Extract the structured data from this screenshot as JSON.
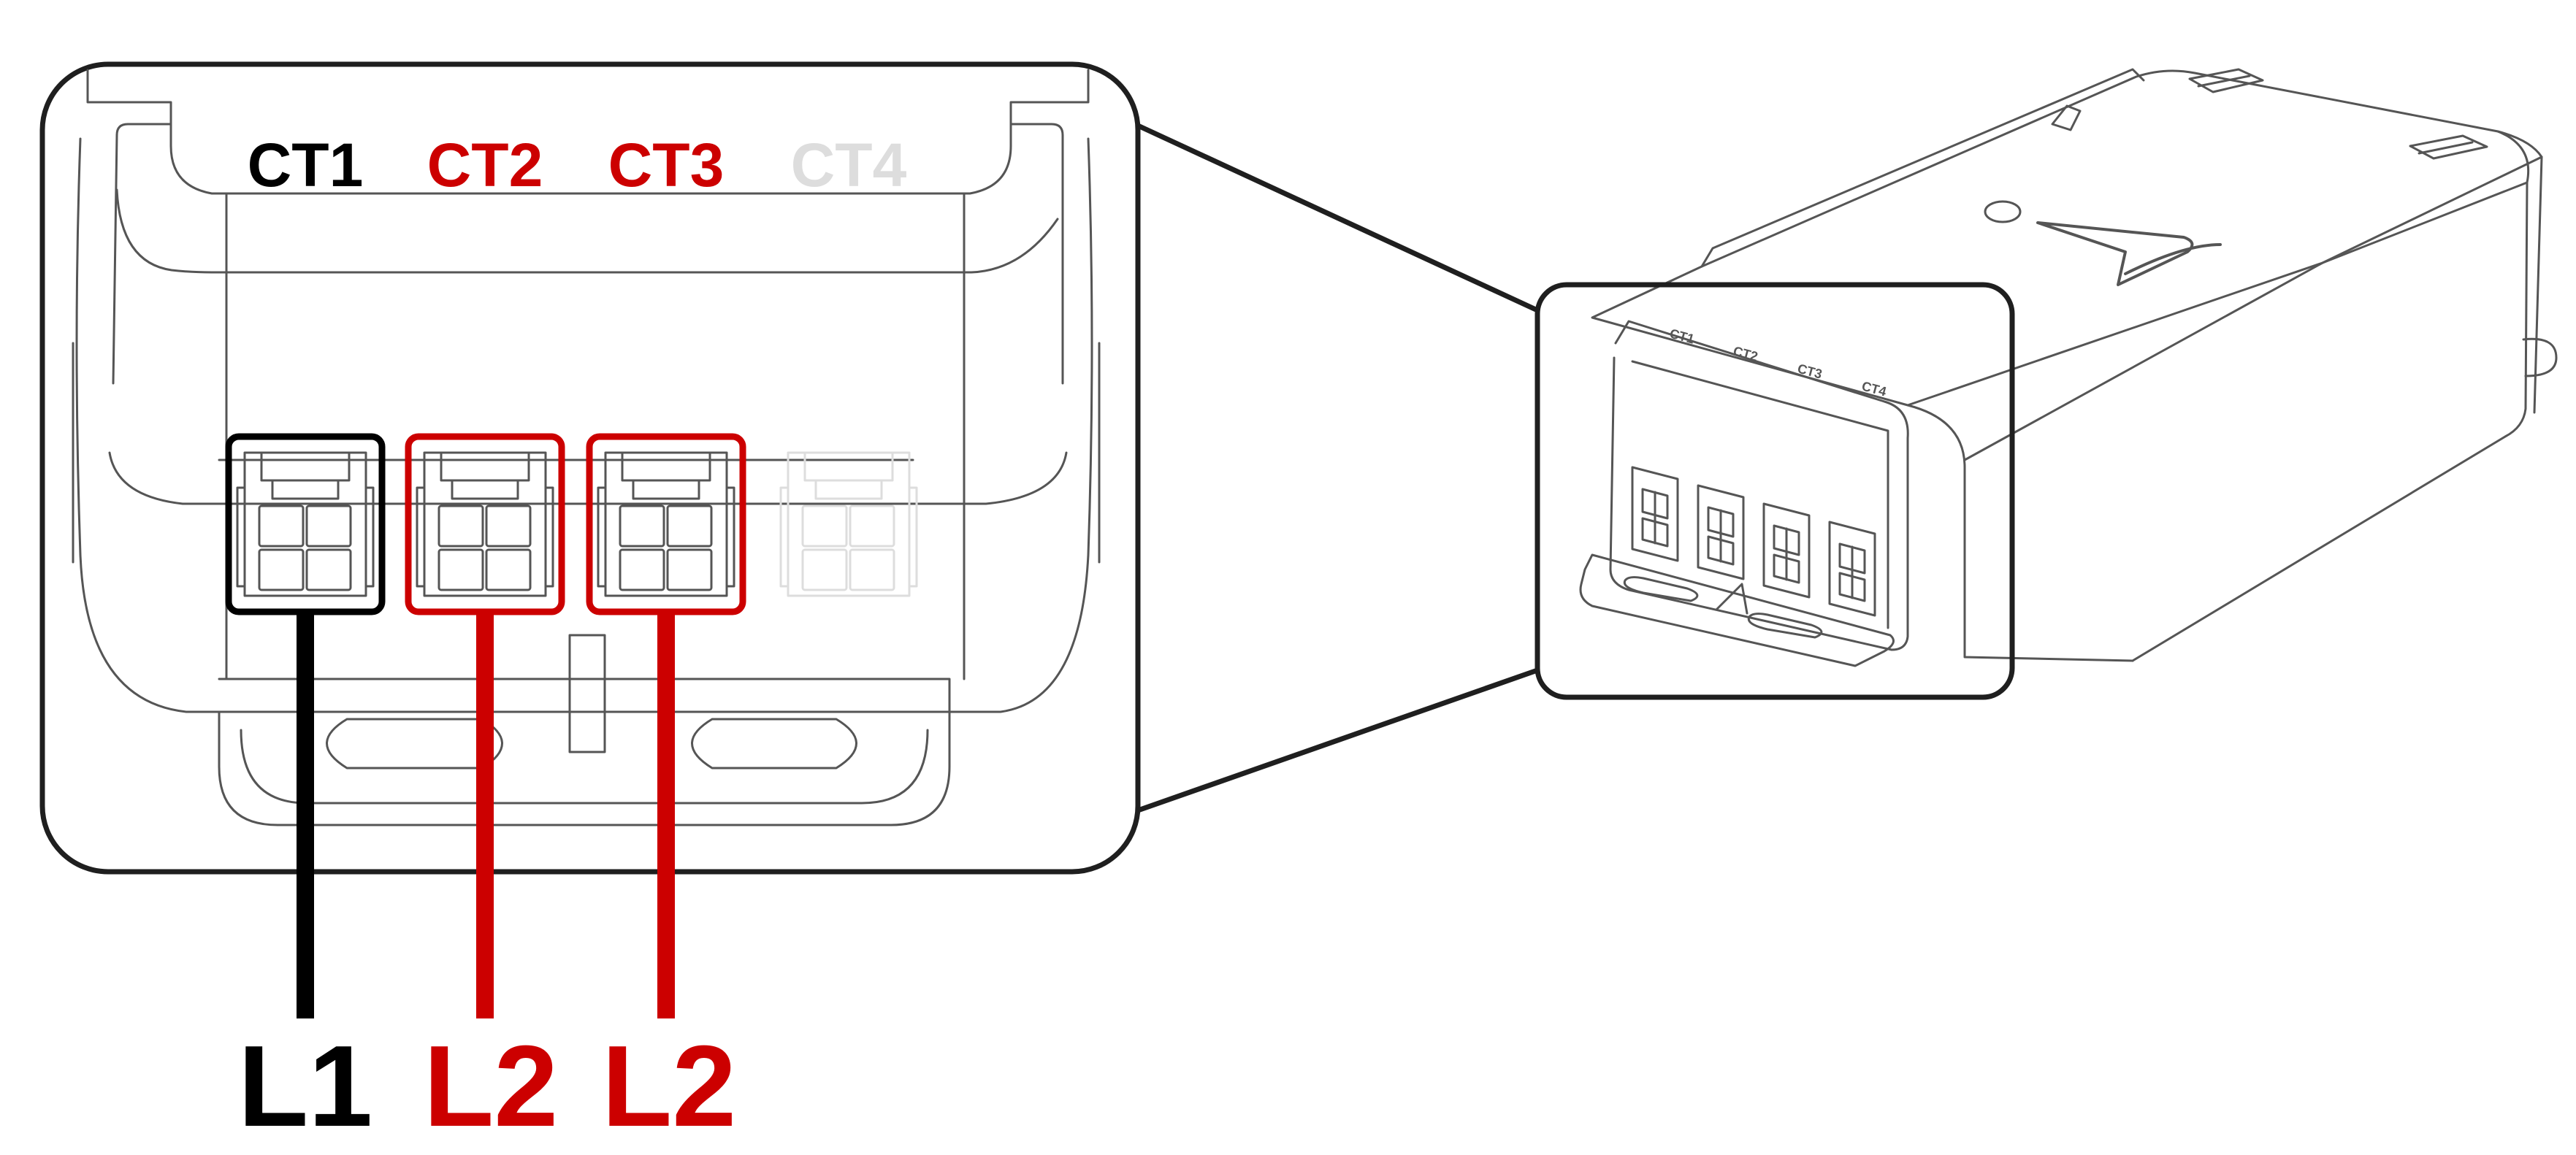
{
  "colors": {
    "black": "#000000",
    "red": "#cc0000",
    "faded": "#dddddd",
    "outline": "#555555",
    "frame": "#1f1f1f"
  },
  "connectors": [
    {
      "label": "CT1",
      "state": "active",
      "color": "#000000",
      "wire_label": "L1"
    },
    {
      "label": "CT2",
      "state": "active",
      "color": "#cc0000",
      "wire_label": "L2"
    },
    {
      "label": "CT3",
      "state": "active",
      "color": "#cc0000",
      "wire_label": "L2"
    },
    {
      "label": "CT4",
      "state": "unused",
      "color": "#dddddd",
      "wire_label": ""
    }
  ],
  "device_ports": [
    "CT1",
    "CT2",
    "CT3",
    "CT4"
  ],
  "icons": {
    "brand": "tesla-logo-icon",
    "status": "led-indicator-icon"
  }
}
